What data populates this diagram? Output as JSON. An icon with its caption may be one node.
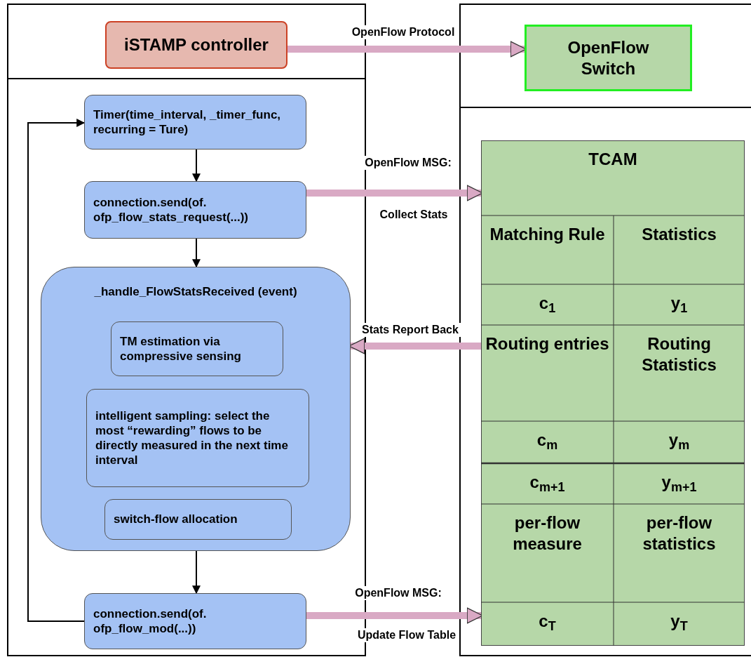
{
  "diagram": {
    "nodes": [
      {
        "text": [
          "iSTAMP controller"
        ]
      },
      {
        "text": [
          "OpenFlow Switch"
        ]
      },
      {
        "text": [
          "Timer(time_interval, _timer_func, recurring = Ture)"
        ]
      },
      {
        "text": [
          "connection.send(of. ofp_flow_stats_request(...))"
        ]
      },
      {
        "text": [
          "_handle_FlowStatsReceived (event)"
        ]
      },
      {
        "text": [
          "TM estimation via compressive sensing"
        ],
        "in": 4
      },
      {
        "text": [
          "intelligent sampling: select the most “rewarding” flows to be directly measured in the next time interval"
        ],
        "in": 4
      },
      {
        "text": [
          "switch-flow allocation"
        ],
        "in": 4
      },
      {
        "text": [
          "connection.send(of. ofp_flow_mod(...))"
        ]
      },
      {
        "text": [
          "TCAM"
        ]
      }
    ],
    "edges": [
      {
        "from": 0,
        "to": 1,
        "arrow": "to",
        "label": "OpenFlow Protocol",
        "style": "thick",
        "color": "#d9a9c4"
      },
      {
        "from": 2,
        "to": 3,
        "arrow": "to",
        "color": "#000000"
      },
      {
        "from": 3,
        "to": 4,
        "arrow": "to",
        "color": "#000000"
      },
      {
        "from": 4,
        "to": 8,
        "arrow": "to",
        "color": "#000000"
      },
      {
        "from": 8,
        "to": 2,
        "arrow": "to",
        "color": "#000000"
      },
      {
        "from": 3,
        "to": 9,
        "arrow": "to",
        "label": "OpenFlow MSG:",
        "style": "thick",
        "color": "#d9a9c4"
      },
      {
        "from": 9,
        "to": 4,
        "arrow": "to",
        "label": "Stats Report Back",
        "style": "thick",
        "color": "#d9a9c4"
      },
      {
        "from": 8,
        "to": 9,
        "arrow": "to",
        "label": "OpenFlow MSG:",
        "style": "thick",
        "color": "#d9a9c4"
      }
    ],
    "labels": [
      "Collect Stats",
      "Update Flow Table",
      "Matching Rule",
      "Statistics",
      "c$_{1}$",
      "y$_{1}$",
      "Routing entries",
      "Routing Statistics",
      "c$_{m}$",
      "y$_{m}$",
      "c$_{m+1}$",
      "y$_{m+1}$",
      "per-flow measure",
      "per-flow statistics",
      "c$_{T}$",
      "y$_{T}$"
    ]
  }
}
